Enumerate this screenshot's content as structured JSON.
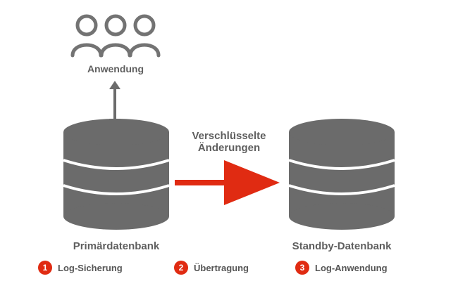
{
  "diagram": {
    "application_label": "Anwendung",
    "transfer_label_line1": "Verschlüsselte",
    "transfer_label_line2": "Änderungen",
    "primary_db_label": "Primärdatenbank",
    "standby_db_label": "Standby-Datenbank",
    "legend": [
      {
        "number": "1",
        "text": "Log-Sicherung"
      },
      {
        "number": "2",
        "text": "Übertragung"
      },
      {
        "number": "3",
        "text": "Log-Anwendung"
      }
    ]
  },
  "colors": {
    "database": "#6b6b6b",
    "users_icon": "#737373",
    "arrow": "#e02b12",
    "badge": "#e02b12",
    "text": "#5f5f5f"
  },
  "icons": [
    "users-icon",
    "bidirectional-arrow-icon",
    "database-icon",
    "transfer-arrow-icon"
  ]
}
